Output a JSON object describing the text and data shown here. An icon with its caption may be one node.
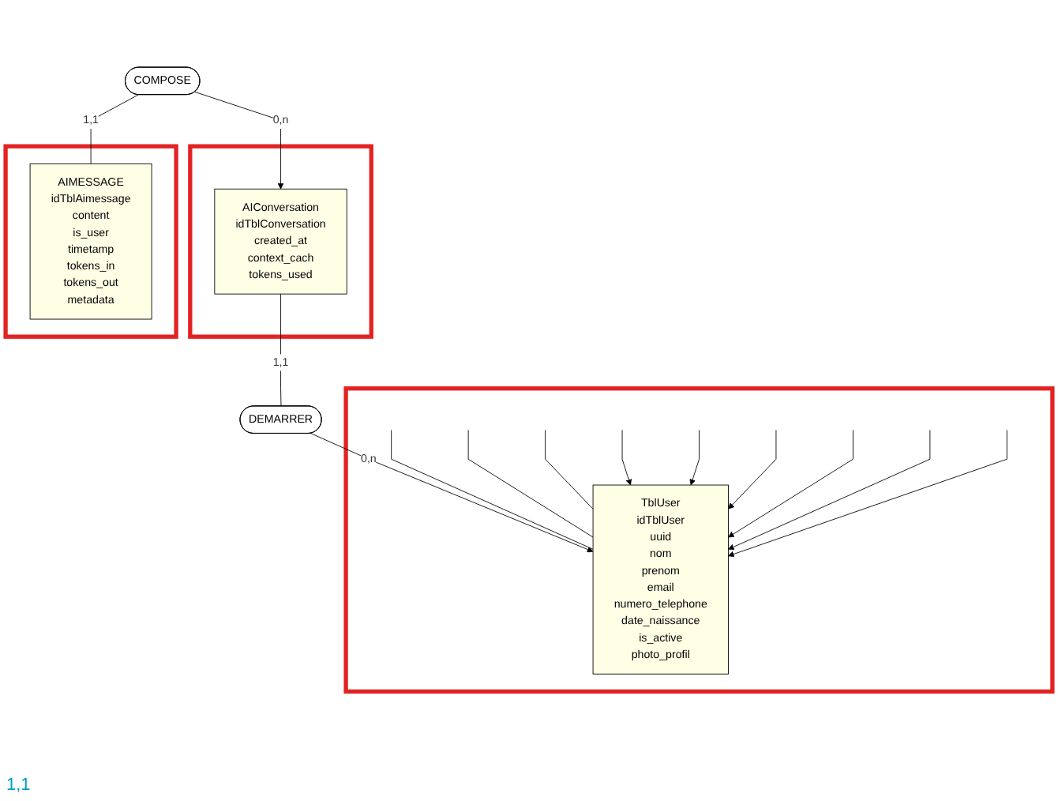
{
  "diagram": {
    "nodes": [
      {
        "text": [],
        "shape": "box"
      },
      {
        "text": [
          "AIConversation",
          "idTblConversation",
          "created_at",
          "context_cach",
          "tokens_used"
        ],
        "in": 0
      },
      {
        "text": [
          "COMPOSE"
        ]
      },
      {
        "text": [],
        "shape": "box"
      },
      {
        "text": [
          "AIMESSAGE",
          "idTblAimessage",
          "content",
          "is_user",
          "timetamp",
          "tokens_in",
          "tokens_out",
          "metadata"
        ],
        "in": 3
      },
      {
        "text": [
          "DEMARRER"
        ]
      },
      {
        "text": [],
        "shape": "box"
      },
      {
        "text": [
          "TblUser",
          "idTblUser",
          "uuid",
          "nom",
          "prenom",
          "email",
          "numero_telephone",
          "date_naissance",
          "is_active",
          "photo_profil"
        ],
        "in": 6
      }
    ],
    "edges": [
      {
        "from": 2,
        "to": 1,
        "arrow": "to",
        "label": "0,n"
      },
      {
        "from": 2,
        "to": 4,
        "arrow": "none",
        "label": "1,1"
      },
      {
        "from": 1,
        "to": 5,
        "arrow": "none",
        "label": "1,1"
      },
      {
        "from": 5,
        "to": 7,
        "arrow": "to",
        "label": "0,n"
      },
      {
        "from": null,
        "to": 7,
        "arrow": "none"
      },
      {
        "from": null,
        "to": 7,
        "arrow": "none"
      },
      {
        "from": null,
        "to": 7,
        "arrow": "none"
      },
      {
        "from": null,
        "to": 7,
        "arrow": "to"
      },
      {
        "from": null,
        "to": 7,
        "arrow": "to"
      },
      {
        "from": null,
        "to": 7,
        "arrow": "to"
      },
      {
        "from": null,
        "to": 7,
        "arrow": "to"
      },
      {
        "from": null,
        "to": 7,
        "arrow": "to"
      },
      {
        "from": null,
        "to": 7,
        "arrow": "to"
      }
    ],
    "labels": [
      "1,1"
    ]
  }
}
